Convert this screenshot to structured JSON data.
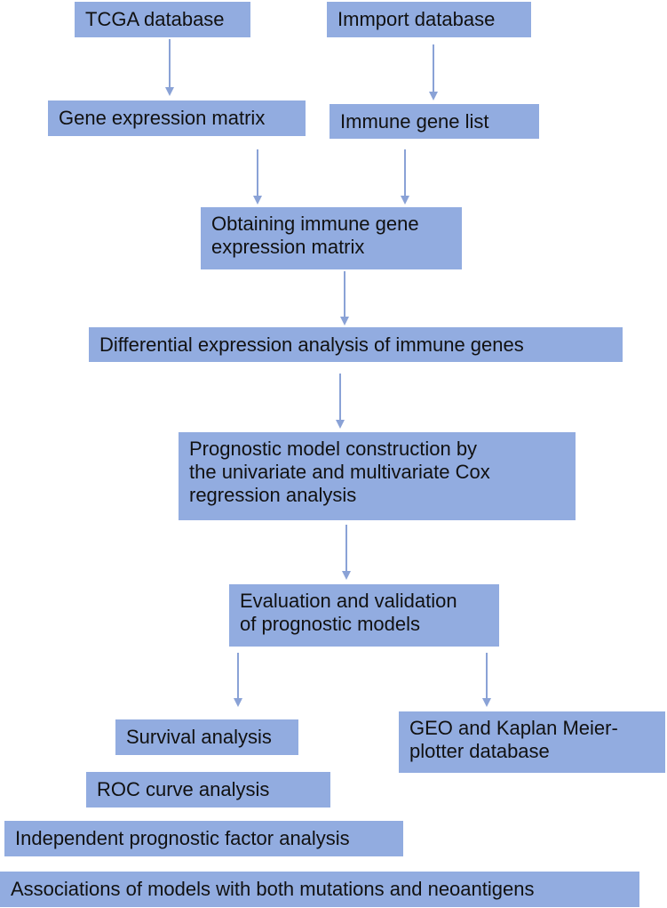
{
  "nodes": {
    "tcga": "TCGA database",
    "immport": "Immport database",
    "gene_matrix": "Gene expression matrix",
    "immune_list": "Immune gene list",
    "obtaining": "Obtaining immune gene\nexpression matrix",
    "differential": "Differential expression analysis of immune genes",
    "prognostic_model": "Prognostic model construction by\nthe univariate and multivariate Cox\nregression analysis",
    "evaluation": "Evaluation and validation\nof prognostic models",
    "survival": "Survival analysis",
    "geo": "GEO and Kaplan Meier-\nplotter database",
    "roc": "ROC curve analysis",
    "independent": "Independent prognostic factor analysis",
    "associations": "Associations of models with both mutations and neoantigens"
  },
  "colors": {
    "box_fill": "#92ace0",
    "arrow": "#8aa2d6",
    "text": "#111111"
  }
}
